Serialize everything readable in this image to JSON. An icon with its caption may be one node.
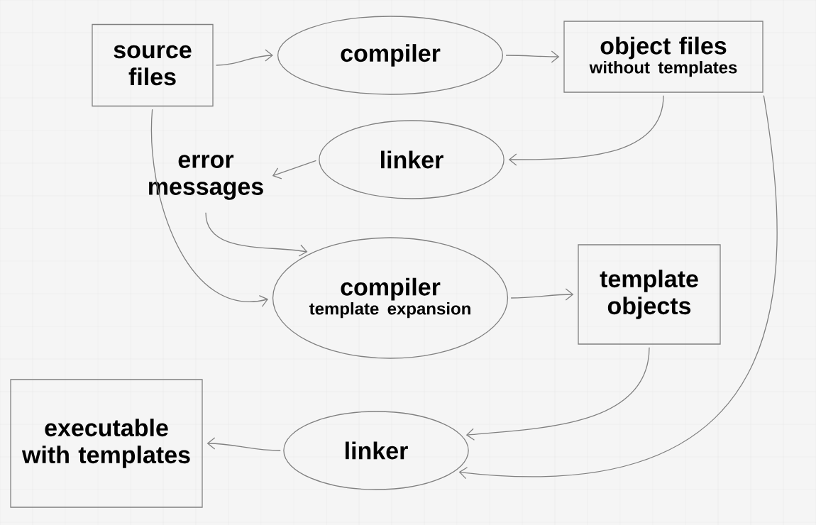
{
  "diagram": {
    "nodes": [
      {
        "text": [
          "source files"
        ]
      },
      {
        "text": [
          "compiler"
        ]
      },
      {
        "text": [
          "object files",
          "without templates"
        ]
      },
      {
        "text": [
          "linker"
        ]
      },
      {
        "text": [
          "error messages"
        ]
      },
      {
        "text": [
          "compiler",
          "template expansion"
        ]
      },
      {
        "text": [
          "template objects"
        ]
      },
      {
        "text": [
          "linker"
        ]
      },
      {
        "text": [
          "executable with templates"
        ]
      }
    ],
    "edges": [
      {
        "from": 0,
        "to": 1,
        "arrow": "to"
      },
      {
        "from": 1,
        "to": 2,
        "arrow": "to"
      },
      {
        "from": 2,
        "to": 3,
        "arrow": "to"
      },
      {
        "from": 3,
        "to": 4,
        "arrow": "to"
      },
      {
        "from": 4,
        "to": 5,
        "arrow": "to"
      },
      {
        "from": 0,
        "to": 5,
        "arrow": "to"
      },
      {
        "from": 5,
        "to": 6,
        "arrow": "to"
      },
      {
        "from": 6,
        "to": 7,
        "arrow": "to"
      },
      {
        "from": 2,
        "to": 7,
        "arrow": "to"
      },
      {
        "from": 7,
        "to": 8,
        "arrow": "to"
      }
    ]
  }
}
